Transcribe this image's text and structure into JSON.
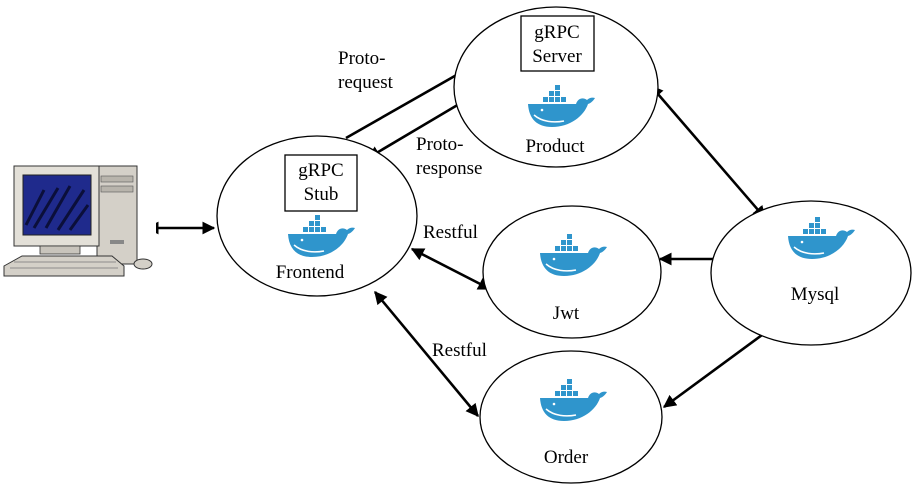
{
  "diagram": {
    "nodes": {
      "frontend": {
        "label": "Frontend",
        "stub_line1": "gRPC",
        "stub_line2": "Stub",
        "icon": "docker-whale-icon"
      },
      "product": {
        "label": "Product",
        "server_line1": "gRPC",
        "server_line2": "Server",
        "icon": "docker-whale-icon"
      },
      "jwt": {
        "label": "Jwt",
        "icon": "docker-whale-icon"
      },
      "order": {
        "label": "Order",
        "icon": "docker-whale-icon"
      },
      "mysql": {
        "label": "Mysql",
        "icon": "docker-whale-icon"
      },
      "client": {
        "icon": "desktop-computer-icon"
      }
    },
    "edge_labels": {
      "proto_request_line1": "Proto-",
      "proto_request_line2": "request",
      "proto_response_line1": "Proto-",
      "proto_response_line2": "response",
      "restful_jwt": "Restful",
      "restful_order": "Restful"
    },
    "colors": {
      "whale": "#2f95cc",
      "monitor_screen": "#1f2a8c",
      "computer_body": "#d4d0c8"
    }
  }
}
